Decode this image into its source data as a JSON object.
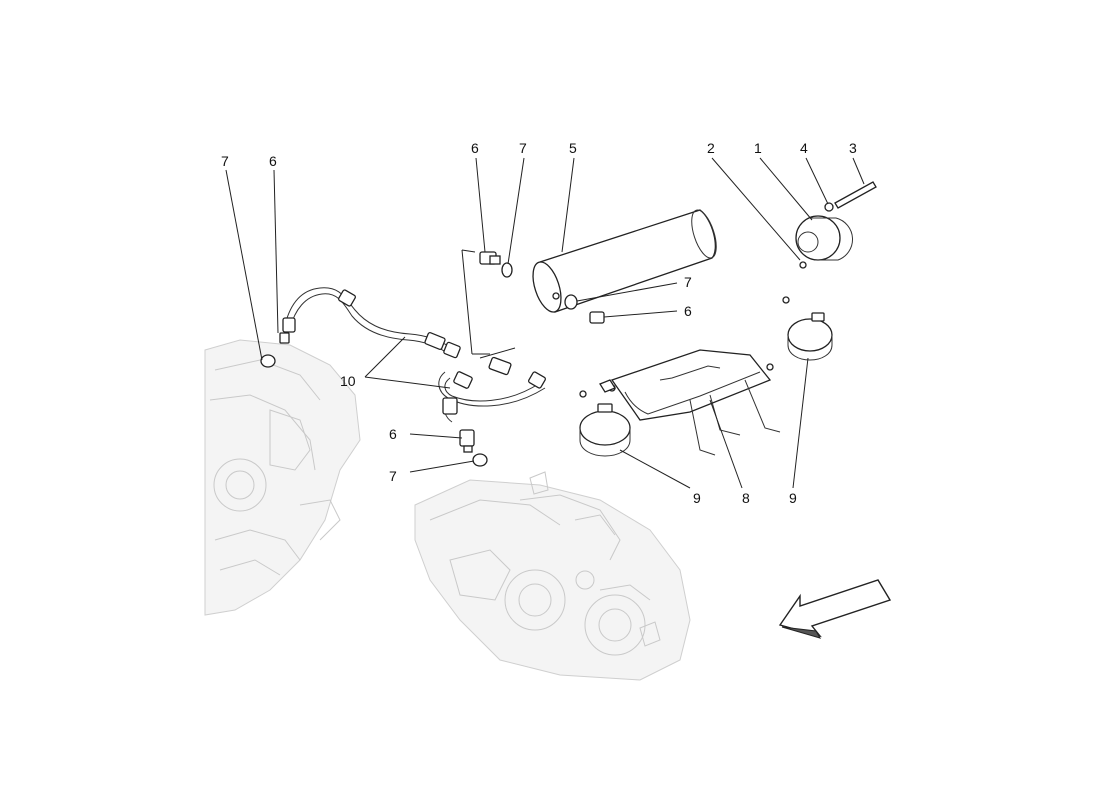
{
  "callouts": {
    "c1": "1",
    "c2": "2",
    "c3": "3",
    "c4": "4",
    "c5": "5",
    "c6_left": "6",
    "c7_left": "7",
    "c6_top": "6",
    "c7_top": "7",
    "c7_right": "7",
    "c6_right": "6",
    "c10": "10",
    "c6_lower": "6",
    "c7_lower": "7",
    "c9_left": "9",
    "c8": "8",
    "c9_right": "9"
  },
  "colors": {
    "line": "#222222",
    "ghost": "#c9c9c9",
    "arrow_fill": "#ffffff"
  },
  "icons": {
    "direction_arrow": "front-direction-arrow-icon"
  }
}
